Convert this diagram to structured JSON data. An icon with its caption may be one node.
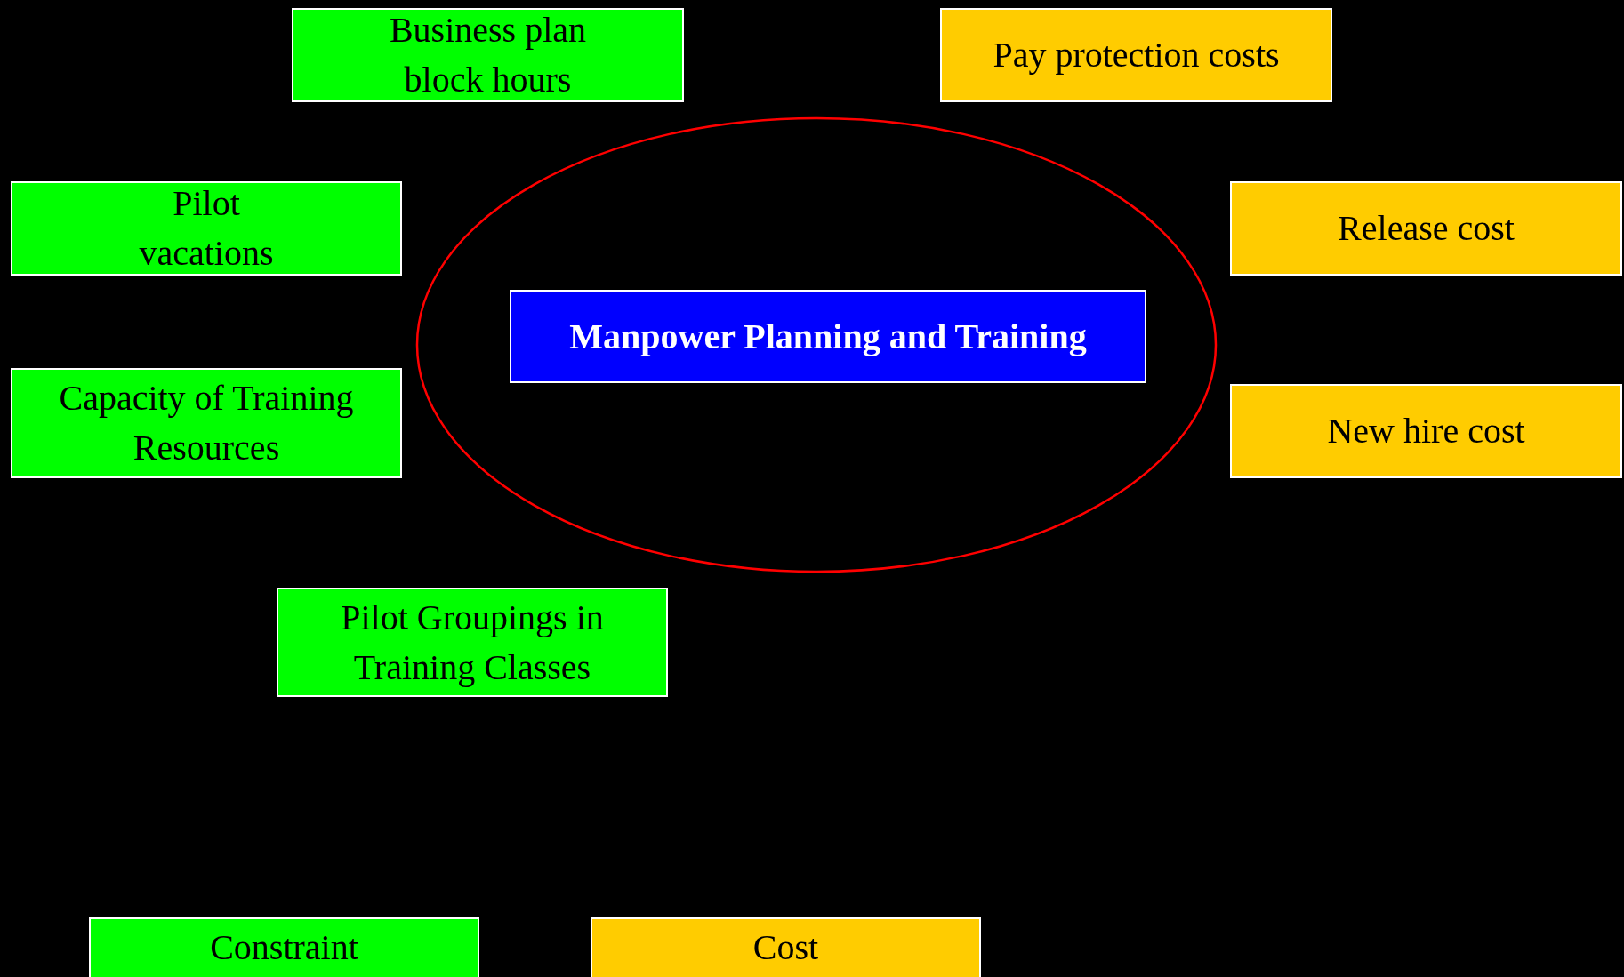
{
  "diagram": {
    "nodes": [
      {
        "text": [
          "Business plan block hours"
        ]
      },
      {
        "text": [
          "Pay protection costs"
        ]
      },
      {
        "text": [
          "Pilot vacations"
        ]
      },
      {
        "text": [
          "Release cost"
        ]
      },
      {
        "text": [
          "Manpower Planning and Training"
        ]
      },
      {
        "text": [
          "Capacity of Training Resources"
        ]
      },
      {
        "text": [
          "New hire cost"
        ]
      },
      {
        "text": [
          "Pilot Groupings in Training Classes"
        ]
      }
    ],
    "legend": [
      {
        "text": "Constraint",
        "color": "#00ff00"
      },
      {
        "text": "Cost",
        "color": "#ffcc00"
      }
    ]
  }
}
